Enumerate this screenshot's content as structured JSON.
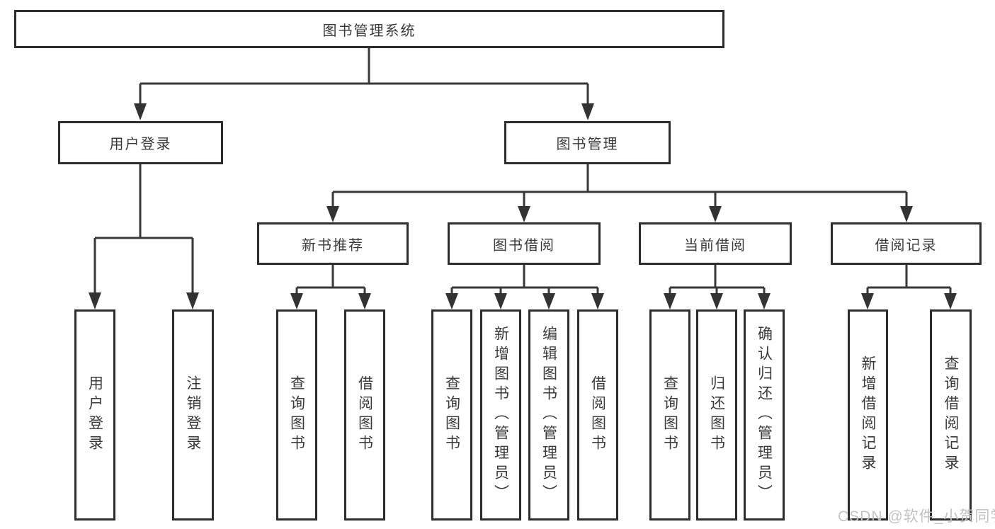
{
  "diagram_title": "图书管理系统",
  "tree": {
    "label": "图书管理系统",
    "children": [
      {
        "label": "用户登录",
        "children": [
          {
            "label": "用户登录"
          },
          {
            "label": "注销登录"
          }
        ]
      },
      {
        "label": "图书管理",
        "children": [
          {
            "label": "新书推荐",
            "children": [
              {
                "label": "查询图书"
              },
              {
                "label": "借阅图书"
              }
            ]
          },
          {
            "label": "图书借阅",
            "children": [
              {
                "label": "查询图书"
              },
              {
                "label": "新增图书（管理员）"
              },
              {
                "label": "编辑图书（管理员）"
              },
              {
                "label": "借阅图书"
              }
            ]
          },
          {
            "label": "当前借阅",
            "children": [
              {
                "label": "查询图书"
              },
              {
                "label": "归还图书"
              },
              {
                "label": "确认归还（管理员）"
              }
            ]
          },
          {
            "label": "借阅记录",
            "children": [
              {
                "label": "新增借阅记录"
              },
              {
                "label": "查询借阅记录"
              }
            ]
          }
        ]
      }
    ]
  },
  "watermark": {
    "text": "CSDN @软件_小贺同学"
  },
  "colors": {
    "border": "#2d2d2d",
    "line": "#383838",
    "text": "#3a3a3a",
    "background": "#ffffff",
    "watermark": "#c3c3c3"
  }
}
